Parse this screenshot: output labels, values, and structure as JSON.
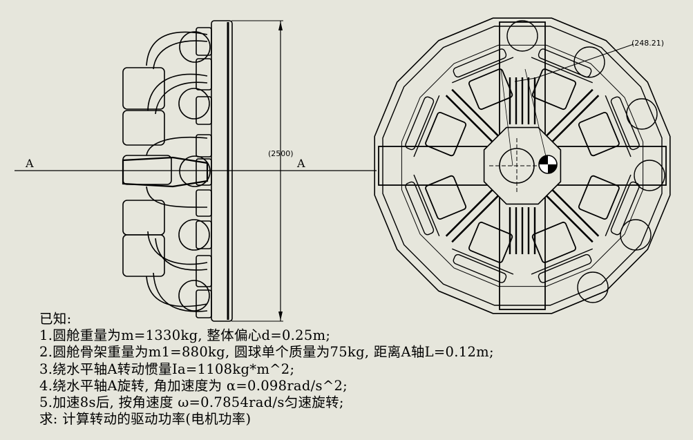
{
  "drawing": {
    "section_label_left": "A",
    "section_label_right": "A",
    "dimension_height": "(2500)",
    "dimension_radius": "(248.21)"
  },
  "problem": {
    "given_heading": "已知:",
    "items": [
      "1.圆舱重量为m=1330kg, 整体偏心d=0.25m;",
      "2.圆舱骨架重量为m1=880kg, 圆球单个质量为75kg, 距离A轴L=0.12m;",
      "3.绕水平轴A转动惯量Ia=1108kg*m^2;",
      "4.绕水平轴A旋转, 角加速度为 α=0.098rad/s^2;",
      "5.加速8s后, 按角速度 ω=0.7854rad/s匀速旋转;"
    ],
    "question": "求: 计算转动的驱动功率(电机功率)"
  },
  "colors": {
    "background": "#e6e6dc",
    "line": "#000000"
  }
}
